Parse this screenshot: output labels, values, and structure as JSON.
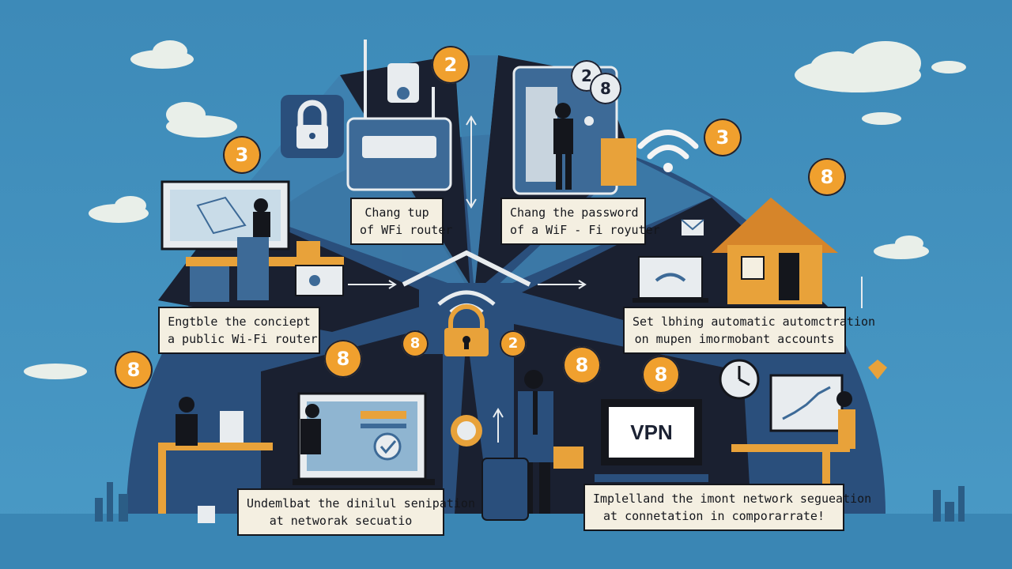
{
  "captions": {
    "router_top": {
      "line1": "Chang tup",
      "line2": "of WFi router"
    },
    "router_password": {
      "line1": "Chang the password",
      "line2": "of a WiF - Fi royuter"
    },
    "public_wifi": {
      "line1": "Engtble the conciept",
      "line2": "a public Wi-Fi router"
    },
    "automation": {
      "line1": "Set lbhing automatic automctration",
      "line2": "on mupen imormobant accounts"
    },
    "segmentation": {
      "line1": "Undemlbat the dinilul senipation",
      "line2": "at networak secuatio"
    },
    "network": {
      "line1": "Implelland the imont network segueation",
      "line2": "at connetation in comporarrate!"
    }
  },
  "badges": {
    "top_center": "2",
    "router_2": "2",
    "router_8": "8",
    "top_right": "3",
    "top_left": "3",
    "right_8": "8",
    "left_8": "8",
    "mid_left_8": "8",
    "house_8": "8",
    "house_2": "2",
    "lower_mid_8": "8",
    "lower_right_8": "8"
  },
  "vpn_label": "VPN",
  "colors": {
    "sky": "#3f8fbd",
    "dark_navy": "#1c2233",
    "orange": "#f0a02e",
    "cream": "#f4efe1"
  },
  "icons": [
    "lock-icon",
    "router-icon",
    "wifi-icon",
    "house-lock-icon",
    "vpn-monitor-icon",
    "envelope-icon",
    "clock-icon",
    "diamond-icon",
    "luggage-icon",
    "chart-monitor-icon"
  ]
}
